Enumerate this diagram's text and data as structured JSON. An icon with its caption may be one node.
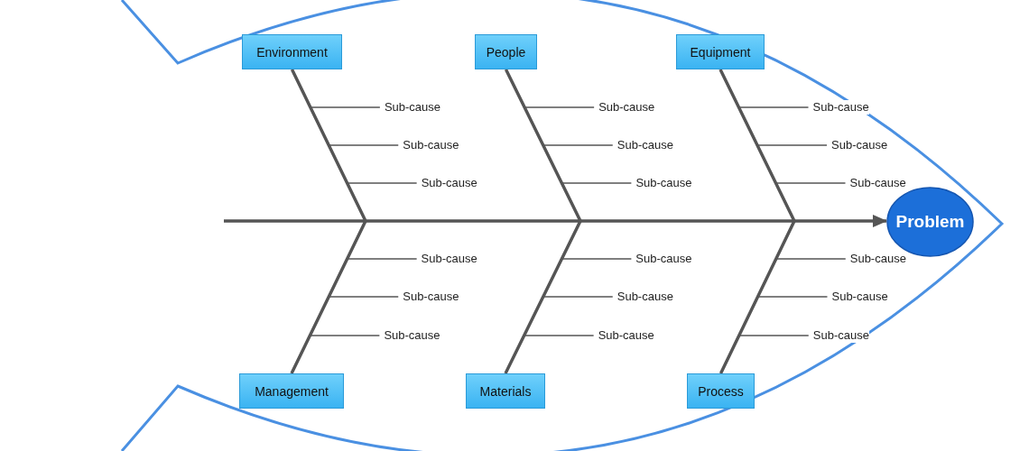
{
  "diagram": {
    "nodes": [
      {
        "text": [
          "Environment"
        ]
      },
      {
        "text": [
          "People"
        ]
      },
      {
        "text": [
          "Equipment"
        ]
      },
      {
        "text": [
          "Management"
        ]
      },
      {
        "text": [
          "Materials"
        ]
      },
      {
        "text": [
          "Process"
        ]
      },
      {
        "text": [
          "Problem"
        ]
      }
    ],
    "edges": [
      {
        "from": null,
        "to": 6,
        "arrow": "to"
      },
      {
        "from": 0,
        "to": 3,
        "arrow": "none"
      },
      {
        "from": 1,
        "to": 4,
        "arrow": "none"
      },
      {
        "from": 2,
        "to": 5,
        "arrow": "none"
      }
    ],
    "labels": [
      "Sub-cause",
      "Sub-cause",
      "Sub-cause",
      "Sub-cause",
      "Sub-cause",
      "Sub-cause",
      "Sub-cause",
      "Sub-cause",
      "Sub-cause",
      "Sub-cause",
      "Sub-cause",
      "Sub-cause",
      "Sub-cause",
      "Sub-cause",
      "Sub-cause",
      "Sub-cause",
      "Sub-cause",
      "Sub-cause"
    ]
  }
}
